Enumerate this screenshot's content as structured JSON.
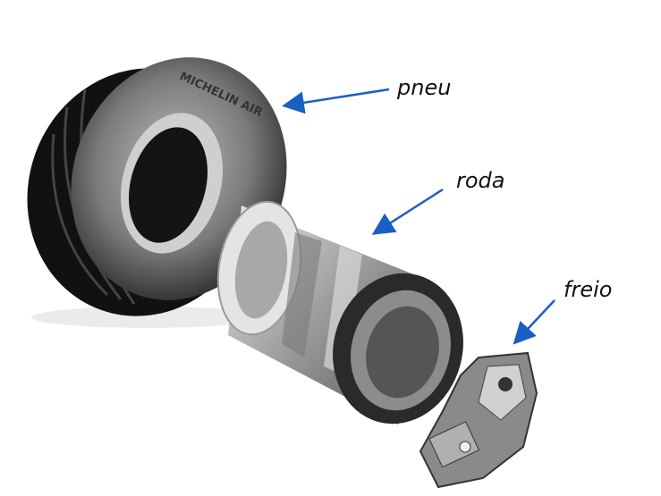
{
  "labels": {
    "tire": "pneu",
    "wheel": "roda",
    "brake": "freio"
  },
  "tire_brand_text": "MICHELIN AIR",
  "colors": {
    "arrow": "#1a5fc4",
    "tire": "#1c1c1c",
    "wheel": "#b8b8b8"
  }
}
